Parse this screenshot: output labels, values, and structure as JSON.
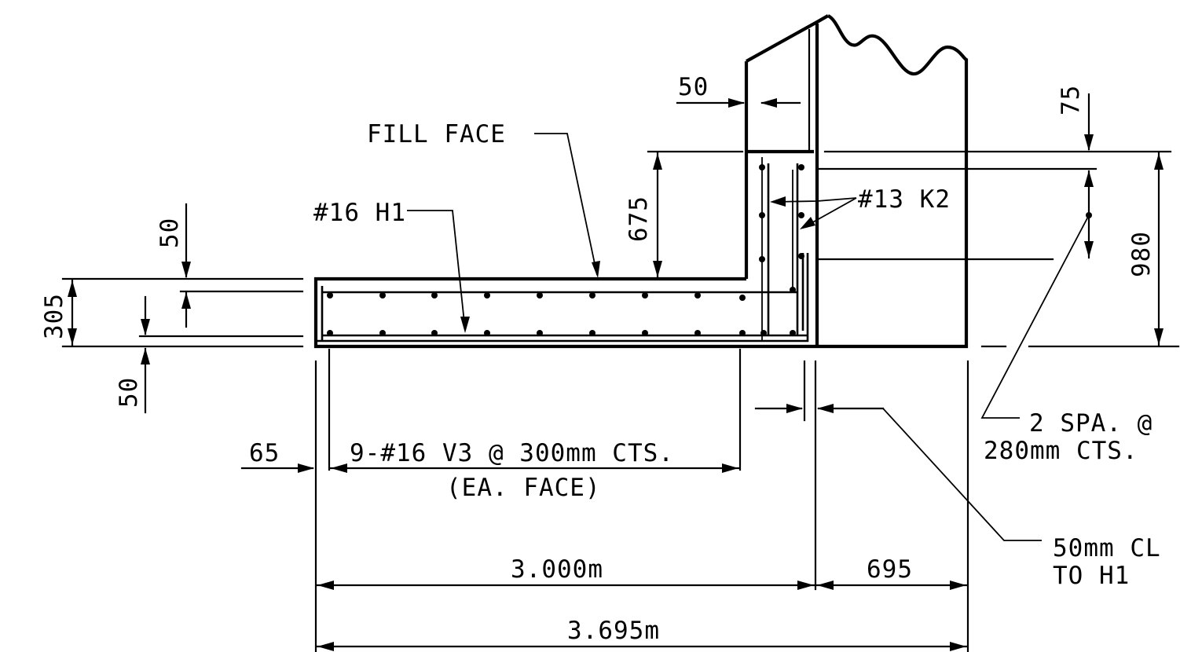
{
  "labels": {
    "fill_face": "FILL FACE",
    "bar_h1": "#16 H1",
    "bar_k2": "#13 K2",
    "dim_top_cover_wall": "50",
    "dim_75": "75",
    "dim_675": "675",
    "dim_980": "980",
    "dim_305": "305",
    "dim_top_cover_slab": "50",
    "dim_bottom_cover_slab": "50",
    "dim_65": "65",
    "v3_spacing": "9-#16 V3 @ 300mm CTS.",
    "v3_note": "(EA. FACE)",
    "k2_spacing_line1": "2 SPA. @",
    "k2_spacing_line2": "280mm CTS.",
    "clear_note_line1": "50mm CL",
    "clear_note_line2": "TO H1",
    "dim_3000": "3.000m",
    "dim_695": "695",
    "dim_3695": "3.695m"
  }
}
